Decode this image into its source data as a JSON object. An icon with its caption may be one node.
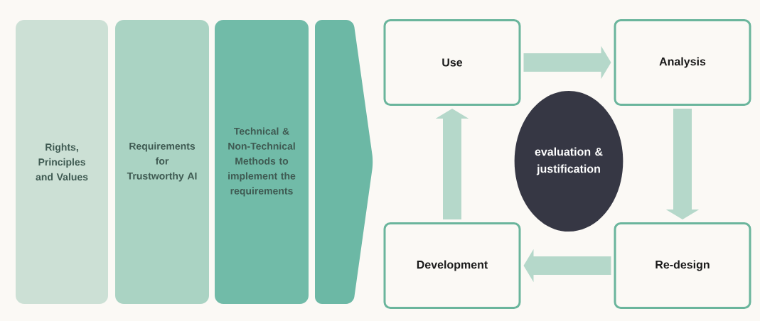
{
  "diagram": {
    "nodes": [
      {
        "text": [
          "Rights, Principles and Values"
        ]
      },
      {
        "text": [
          "Requirements for Trustworthy AI"
        ]
      },
      {
        "text": [
          "Technical & Non-Technical Methods to implement the requirements"
        ]
      },
      {
        "text": [],
        "shape": "chevron"
      },
      {
        "text": [
          "Use"
        ]
      },
      {
        "text": [
          "Analysis"
        ]
      },
      {
        "text": [
          "evaluation & justification"
        ]
      },
      {
        "text": [
          "Development"
        ]
      },
      {
        "text": [
          "Re-design"
        ]
      }
    ],
    "edges": [
      {
        "from": 4,
        "to": 5,
        "arrow": "to"
      },
      {
        "from": 5,
        "to": 8,
        "arrow": "to"
      },
      {
        "from": 8,
        "to": 7,
        "arrow": "to"
      },
      {
        "from": 7,
        "to": 4,
        "arrow": "to"
      }
    ]
  }
}
